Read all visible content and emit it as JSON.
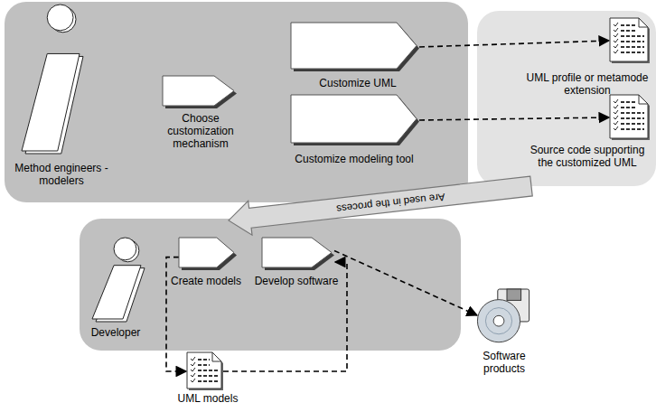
{
  "diagram": {
    "nodes": [
      {
        "text": []
      },
      {
        "text": []
      },
      {
        "text": []
      },
      {
        "text": [
          "Method engineers - modelers"
        ],
        "in": 0
      },
      {
        "text": [
          "Choose customization mechanism"
        ],
        "in": 0
      },
      {
        "text": [
          "Customize UML"
        ],
        "in": 0
      },
      {
        "text": [
          "Customize modeling tool"
        ],
        "in": 0
      },
      {
        "text": [
          "UML profile or metamode extension"
        ],
        "in": 1
      },
      {
        "text": [
          "Source code supporting the customized UML"
        ],
        "in": 1
      },
      {
        "text": [
          "Developer"
        ],
        "in": 2
      },
      {
        "text": [
          "Create models"
        ],
        "in": 2
      },
      {
        "text": [
          "Develop software"
        ],
        "in": 2
      },
      {
        "text": [
          "Software products"
        ]
      },
      {
        "text": [
          "UML models"
        ]
      }
    ],
    "edges": [
      {
        "from": 5,
        "to": 7,
        "arrow": "to"
      },
      {
        "from": 6,
        "to": 8,
        "arrow": "to"
      },
      {
        "from": 1,
        "to": 2,
        "label": "Are used in the process",
        "arrow": "to"
      },
      {
        "from": 11,
        "to": 12,
        "arrow": "to"
      },
      {
        "from": 10,
        "to": 13,
        "arrow": "to"
      },
      {
        "from": 13,
        "to": 11,
        "arrow": "to"
      }
    ]
  }
}
